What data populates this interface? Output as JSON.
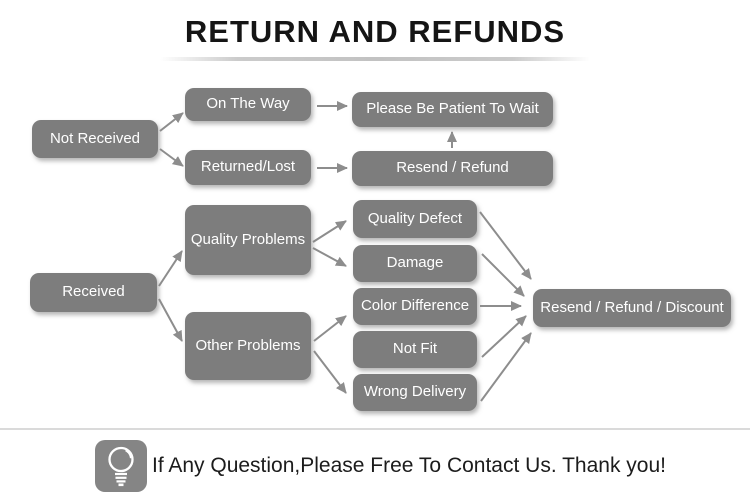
{
  "title": "RETURN AND REFUNDS",
  "colors": {
    "node_fill": "#7d7d7d",
    "node_text": "#ffffff",
    "arrow": "#8d8d8d",
    "title_text": "#151515",
    "divider": "#dadada",
    "bulb_badge": "#858585"
  },
  "flow": {
    "nodes": [
      {
        "id": "not-received",
        "label": "Not Received"
      },
      {
        "id": "on-the-way",
        "label": "On The Way"
      },
      {
        "id": "returned-lost",
        "label": "Returned/Lost"
      },
      {
        "id": "please-wait",
        "label": "Please Be Patient To Wait"
      },
      {
        "id": "resend-refund",
        "label": "Resend / Refund"
      },
      {
        "id": "received",
        "label": "Received"
      },
      {
        "id": "quality-problems",
        "label": "Quality Problems"
      },
      {
        "id": "other-problems",
        "label": "Other Problems"
      },
      {
        "id": "quality-defect",
        "label": "Quality Defect"
      },
      {
        "id": "damage",
        "label": "Damage"
      },
      {
        "id": "color-difference",
        "label": "Color Difference"
      },
      {
        "id": "not-fit",
        "label": "Not Fit"
      },
      {
        "id": "wrong-delivery",
        "label": "Wrong Delivery"
      },
      {
        "id": "resend-refund-discount",
        "label": "Resend / Refund / Discount"
      }
    ],
    "edges": [
      {
        "from": "not-received",
        "to": "on-the-way"
      },
      {
        "from": "not-received",
        "to": "returned-lost"
      },
      {
        "from": "on-the-way",
        "to": "please-wait"
      },
      {
        "from": "returned-lost",
        "to": "resend-refund"
      },
      {
        "from": "resend-refund",
        "to": "please-wait"
      },
      {
        "from": "received",
        "to": "quality-problems"
      },
      {
        "from": "received",
        "to": "other-problems"
      },
      {
        "from": "quality-problems",
        "to": "quality-defect"
      },
      {
        "from": "quality-problems",
        "to": "damage"
      },
      {
        "from": "other-problems",
        "to": "color-difference"
      },
      {
        "from": "other-problems",
        "to": "wrong-delivery"
      },
      {
        "from": "quality-defect",
        "to": "resend-refund-discount"
      },
      {
        "from": "damage",
        "to": "resend-refund-discount"
      },
      {
        "from": "color-difference",
        "to": "resend-refund-discount"
      },
      {
        "from": "not-fit",
        "to": "resend-refund-discount"
      },
      {
        "from": "wrong-delivery",
        "to": "resend-refund-discount"
      }
    ]
  },
  "footer": {
    "icon": "light-bulb-icon",
    "message": "If Any Question,Please Free To Contact Us. Thank you!"
  }
}
